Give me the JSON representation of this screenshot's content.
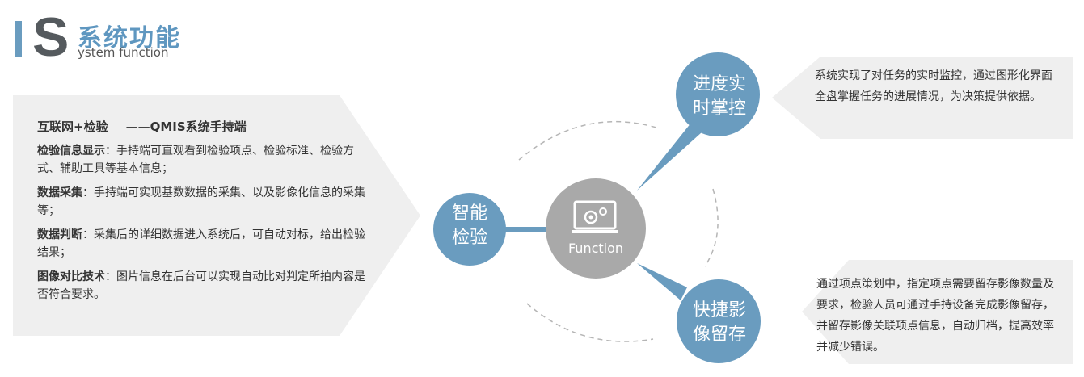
{
  "header": {
    "letter": "S",
    "title": "系统功能",
    "subtitle": "ystem function"
  },
  "left_panel": {
    "heading_main": "互联网+检验",
    "heading_sub": "——QMIS系统手持端",
    "items": [
      {
        "term": "检验信息显示",
        "text": "：手持端可直观看到检验项点、检验标准、检验方式、辅助工具等基本信息；"
      },
      {
        "term": "数据采集",
        "text": "：手持端可实现基数数据的采集、以及影像化信息的采集等；"
      },
      {
        "term": "数据判断",
        "text": "：采集后的详细数据进入系统后，可自动对标，给出检验结果；"
      },
      {
        "term": "图像对比技术",
        "text": "：图片信息在后台可以实现自动比对判定所拍内容是否符合要求。"
      }
    ]
  },
  "center": {
    "label": "Function",
    "left_node": [
      "智能",
      "检验"
    ],
    "top_node": [
      "进度实",
      "时掌控"
    ],
    "bottom_node": [
      "快捷影",
      "像留存"
    ]
  },
  "right_top": {
    "text": "系统实现了对任务的实时监控，通过图形化界面全盘掌握任务的进展情况，为决策提供依据。"
  },
  "right_bottom": {
    "text": "通过项点策划中，指定项点需要留存影像数量及要求，检验人员可通过手持设备完成影像留存，并留存影像关联项点信息，自动归档，提高效率并减少错误。"
  },
  "colors": {
    "accent_blue": "#6a9cbf",
    "panel_gray": "#efefef",
    "center_gray": "#a9a9a9",
    "title_blue": "#5f97c0"
  }
}
